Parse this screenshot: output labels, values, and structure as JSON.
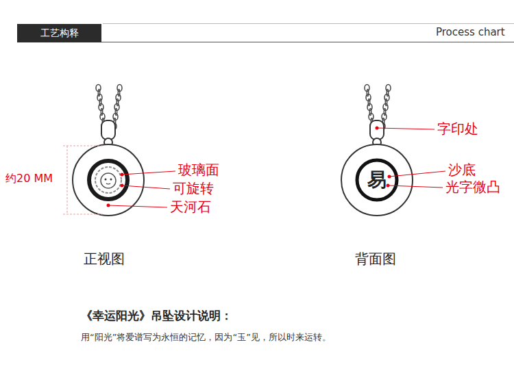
{
  "diagram": {
    "title": "《幸运阳光》吊坠设计说明：",
    "caption": "用“阳光”将爱谱写为永恒的记忆，因为“玉”见，所以时来运转。",
    "nodes": [
      {
        "text": [
          "工艺构释"
        ]
      }
    ],
    "labels": [
      "Process chart",
      "约20 MM",
      "玻璃面",
      "可旋转",
      "天河石",
      "正视图",
      "易",
      "字印处",
      "沙底",
      "光字微凸",
      "背面图"
    ]
  }
}
